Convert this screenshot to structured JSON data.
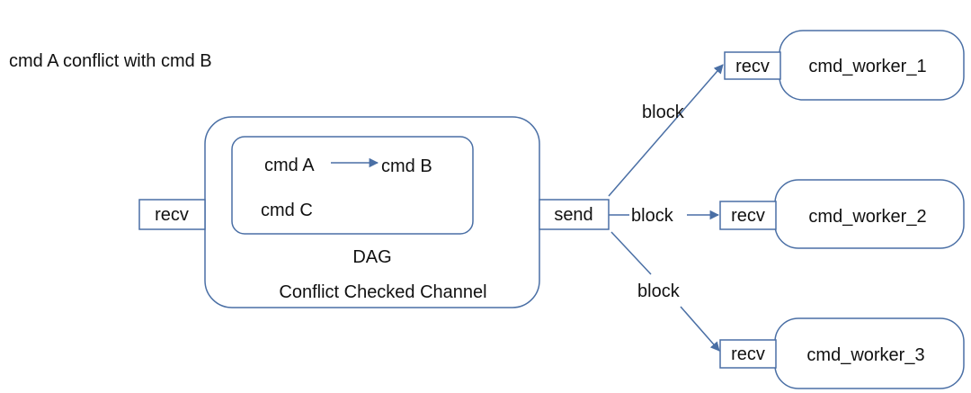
{
  "caption": "cmd A conflict with cmd B",
  "channel": {
    "in_label": "recv",
    "out_label": "send",
    "dag": {
      "cmd_a": "cmd A",
      "cmd_b": "cmd B",
      "cmd_c": "cmd C"
    },
    "dag_label": "DAG",
    "title": "Conflict Checked Channel"
  },
  "edge_labels": {
    "top": "block",
    "middle": "block",
    "bottom": "block"
  },
  "workers": [
    {
      "recv_label": "recv",
      "name": "cmd_worker_1"
    },
    {
      "recv_label": "recv",
      "name": "cmd_worker_2"
    },
    {
      "recv_label": "recv",
      "name": "cmd_worker_3"
    }
  ],
  "colors": {
    "stroke": "#4a6fa5",
    "text": "#111111",
    "background": "#ffffff"
  }
}
